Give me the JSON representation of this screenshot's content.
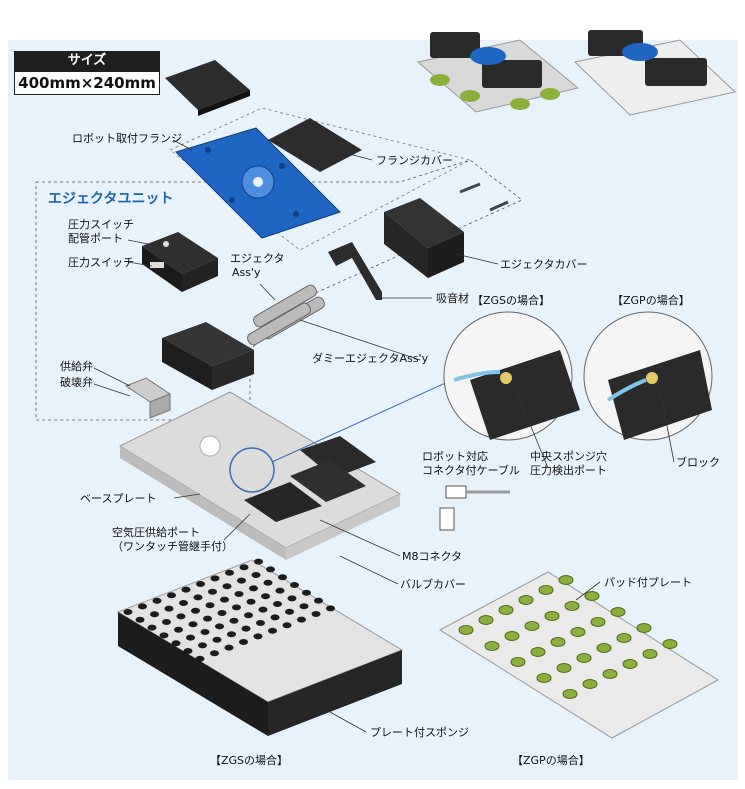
{
  "size": {
    "label": "サイズ",
    "value": "400mm×240mm"
  },
  "unit_title": "エジェクタユニット",
  "labels": {
    "flange": "ロボット取付フランジ",
    "flange_cover": "フランジカバー",
    "pressure_switch_port_1": "圧力スイッチ",
    "pressure_switch_port_2": "配管ポート",
    "pressure_switch": "圧力スイッチ",
    "ejector_assy_1": "エジェクタ",
    "ejector_assy_2": "Ass'y",
    "ejector_cover": "エジェクタカバー",
    "sound_absorber": "吸音材",
    "dummy_ejector": "ダミーエジェクタAss'y",
    "supply_valve": "供給弁",
    "break_valve": "破壊弁",
    "base_plate": "ベースプレート",
    "air_port_1": "空気圧供給ポート",
    "air_port_2": "（ワンタッチ管継手付）",
    "m8_connector": "M8コネクタ",
    "valve_cover": "バルブカバー",
    "zgs_case": "【ZGSの場合】",
    "zgp_case": "【ZGPの場合】",
    "robot_cable_1": "ロボット対応",
    "robot_cable_2": "コネクタ付ケーブル",
    "center_sponge_1": "中央スポンジ穴",
    "center_sponge_2": "圧力検出ポート",
    "block": "ブロック",
    "pad_plate": "パッド付プレート",
    "plate_sponge": "プレート付スポンジ",
    "zgs_bottom": "【ZGSの場合】",
    "zgp_bottom": "【ZGPの場合】"
  },
  "colors": {
    "panel": "#e8f2fa",
    "flange_blue": "#1f66c4",
    "dark_part": "#2a2a2a",
    "pad_green": "#8cae3a",
    "unit_title": "#1a63b0"
  }
}
